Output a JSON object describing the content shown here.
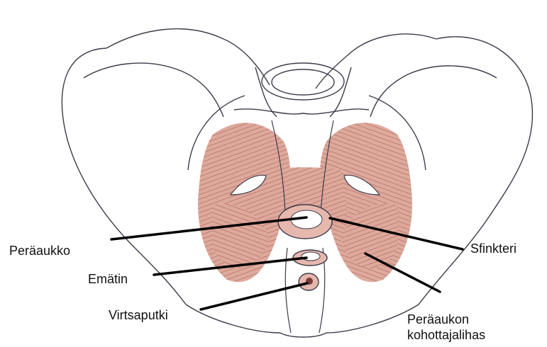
{
  "labels": {
    "anus": "Peräaukko",
    "vagina": "Emätin",
    "urethra": "Virtsaputki",
    "sphincter": "Sfinkteri",
    "levator_line1": "Peräaukon",
    "levator_line2": "kohottajalihas"
  },
  "colors": {
    "muscle": "#c97a6a",
    "outline": "#3b3b4a",
    "leader": "#000000"
  }
}
